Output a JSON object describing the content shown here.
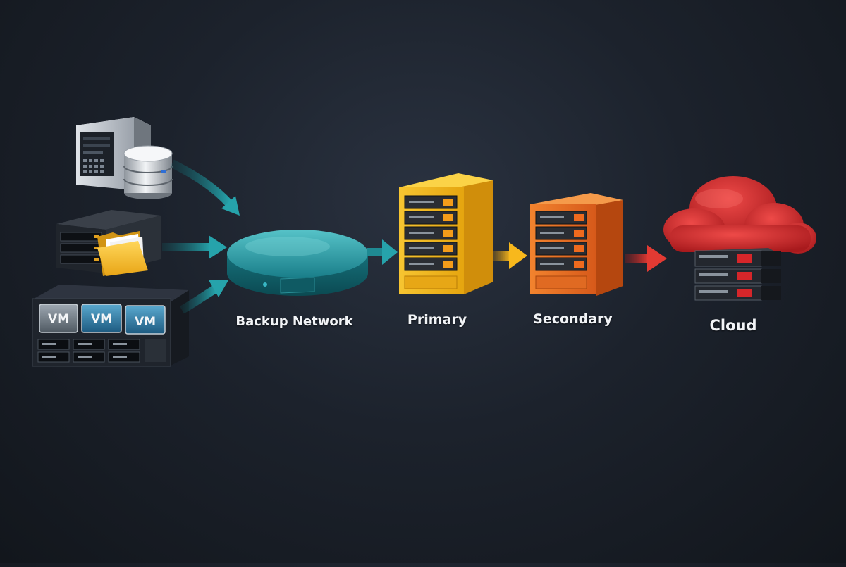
{
  "colors": {
    "background": "#1b2029",
    "network_teal": "#1f8a93",
    "primary_yellow": "#f0b21a",
    "secondary_orange": "#e2671c",
    "cloud_red": "#cf2a2a",
    "label_text": "#f2f4f7"
  },
  "sources": [
    {
      "icon": "server-database-icon"
    },
    {
      "icon": "file-server-folder-icon"
    },
    {
      "icon": "vm-host-icon",
      "vm_labels": [
        "VM",
        "VM",
        "VM"
      ]
    }
  ],
  "nodes": {
    "backup_network": {
      "label": "Backup Network",
      "icon": "network-disk-icon"
    },
    "primary": {
      "label": "Primary",
      "icon": "storage-rack-icon"
    },
    "secondary": {
      "label": "Secondary",
      "icon": "storage-rack-icon"
    },
    "cloud": {
      "label": "Cloud",
      "icon": "cloud-server-icon"
    }
  }
}
